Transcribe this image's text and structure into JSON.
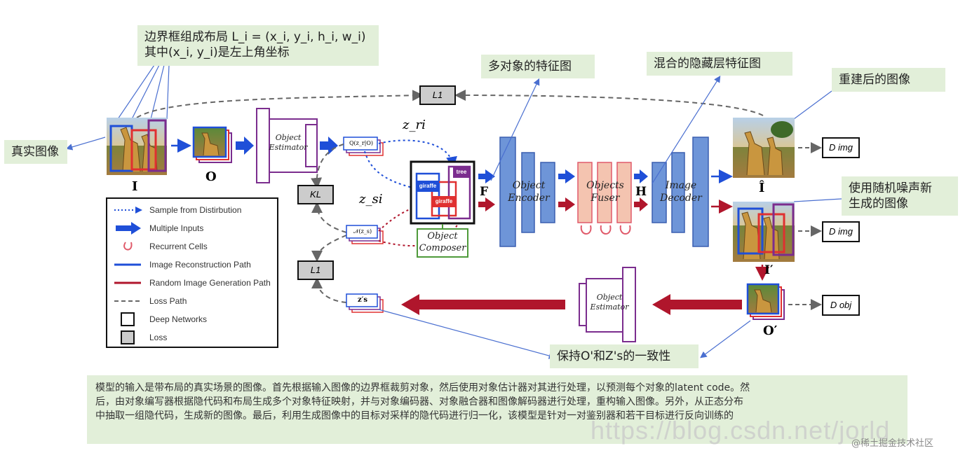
{
  "notes": {
    "bbox_layout": {
      "line1": "边界框组成布局 L_i = (x_i, y_i, h_i, w_i)",
      "line2": "其中(x_i, y_i)是左上角坐标"
    },
    "real_image": "真实图像",
    "multi_object_feature": "多对象的特征图",
    "hidden_feature": "混合的隐藏层特征图",
    "reconstructed": "重建后的图像",
    "random_generated": {
      "line1": "使用随机噪声新",
      "line2": "生成的图像"
    },
    "consistency": "保持O'和Z's的一致性"
  },
  "blocks": {
    "object_estimator_top": "Object Estimator",
    "object_estimator_bottom": "Object Estimator",
    "object_encoder": "Object Encoder",
    "objects_fuser": "Objects Fuser",
    "image_decoder": "Image Decoder",
    "object_composer": "Object Composer"
  },
  "losses": {
    "l1_top": "L1",
    "kl": "KL",
    "l1_bottom": "L1"
  },
  "discriminators": {
    "d_img_top": "D img",
    "d_img_bottom": "D img",
    "d_obj": "D obj"
  },
  "symbols": {
    "I": "I",
    "O": "O",
    "F": "F",
    "H": "H",
    "I_hat": "Î",
    "I_prime": "I′",
    "O_prime": "O′",
    "z_ri": "z_ri",
    "z_si": "z_si",
    "q_label": "Q(z_r|O)",
    "n_label": "𝒩(z_s)",
    "zs_prime": "z′s"
  },
  "composer_tags": {
    "tree": "tree",
    "giraffe1": "giraffe",
    "giraffe2": "giraffe"
  },
  "legend": {
    "items": [
      {
        "label": "Sample from Distirbution",
        "icon": "dotted-arrow-icon",
        "color": "#1f4fd8"
      },
      {
        "label": "Multiple Inputs",
        "icon": "thick-arrow-icon",
        "color": "#1f4fd8"
      },
      {
        "label": "Recurrent Cells",
        "icon": "recurrent-arc-icon",
        "color": "#e05a6a"
      },
      {
        "label": "Image Reconstruction Path",
        "icon": "line-icon",
        "color": "#1f4fd8"
      },
      {
        "label": "Random Image Generation Path",
        "icon": "line-icon",
        "color": "#b0162c"
      },
      {
        "label": "Loss Path",
        "icon": "dashed-line-icon",
        "color": "#666666"
      },
      {
        "label": "Deep Networks",
        "icon": "white-square-icon",
        "color": "#ffffff"
      },
      {
        "label": "Loss",
        "icon": "gray-square-icon",
        "color": "#cccccc"
      }
    ]
  },
  "caption": {
    "line1": "模型的输入是带布局的真实场景的图像。首先根据输入图像的边界框裁剪对象，然后使用对象估计器对其进行处理，以预测每个对象的latent code。然",
    "line2": "后，由对象编写器根据隐代码和布局生成多个对象特征映射，并与对象编码器、对象融合器和图像解码器进行处理，重构输入图像。另外，从正态分布",
    "line3": "中抽取一组隐代码，生成新的图像。最后，利用生成图像中的目标对采样的隐代码进行归一化，该模型是针对一对鉴别器和若干目标进行反向训练的"
  },
  "watermark": "https://blog.csdn.net/jorld",
  "credit": "@稀土掘金技术社区",
  "colors": {
    "blue": "#1f4fd8",
    "red": "#b0162c",
    "purple": "#7b2d8e",
    "green_note": "#e2efd9",
    "encoder_blue": "#6e95d8",
    "fuser_pink": "#f4c4b0"
  }
}
